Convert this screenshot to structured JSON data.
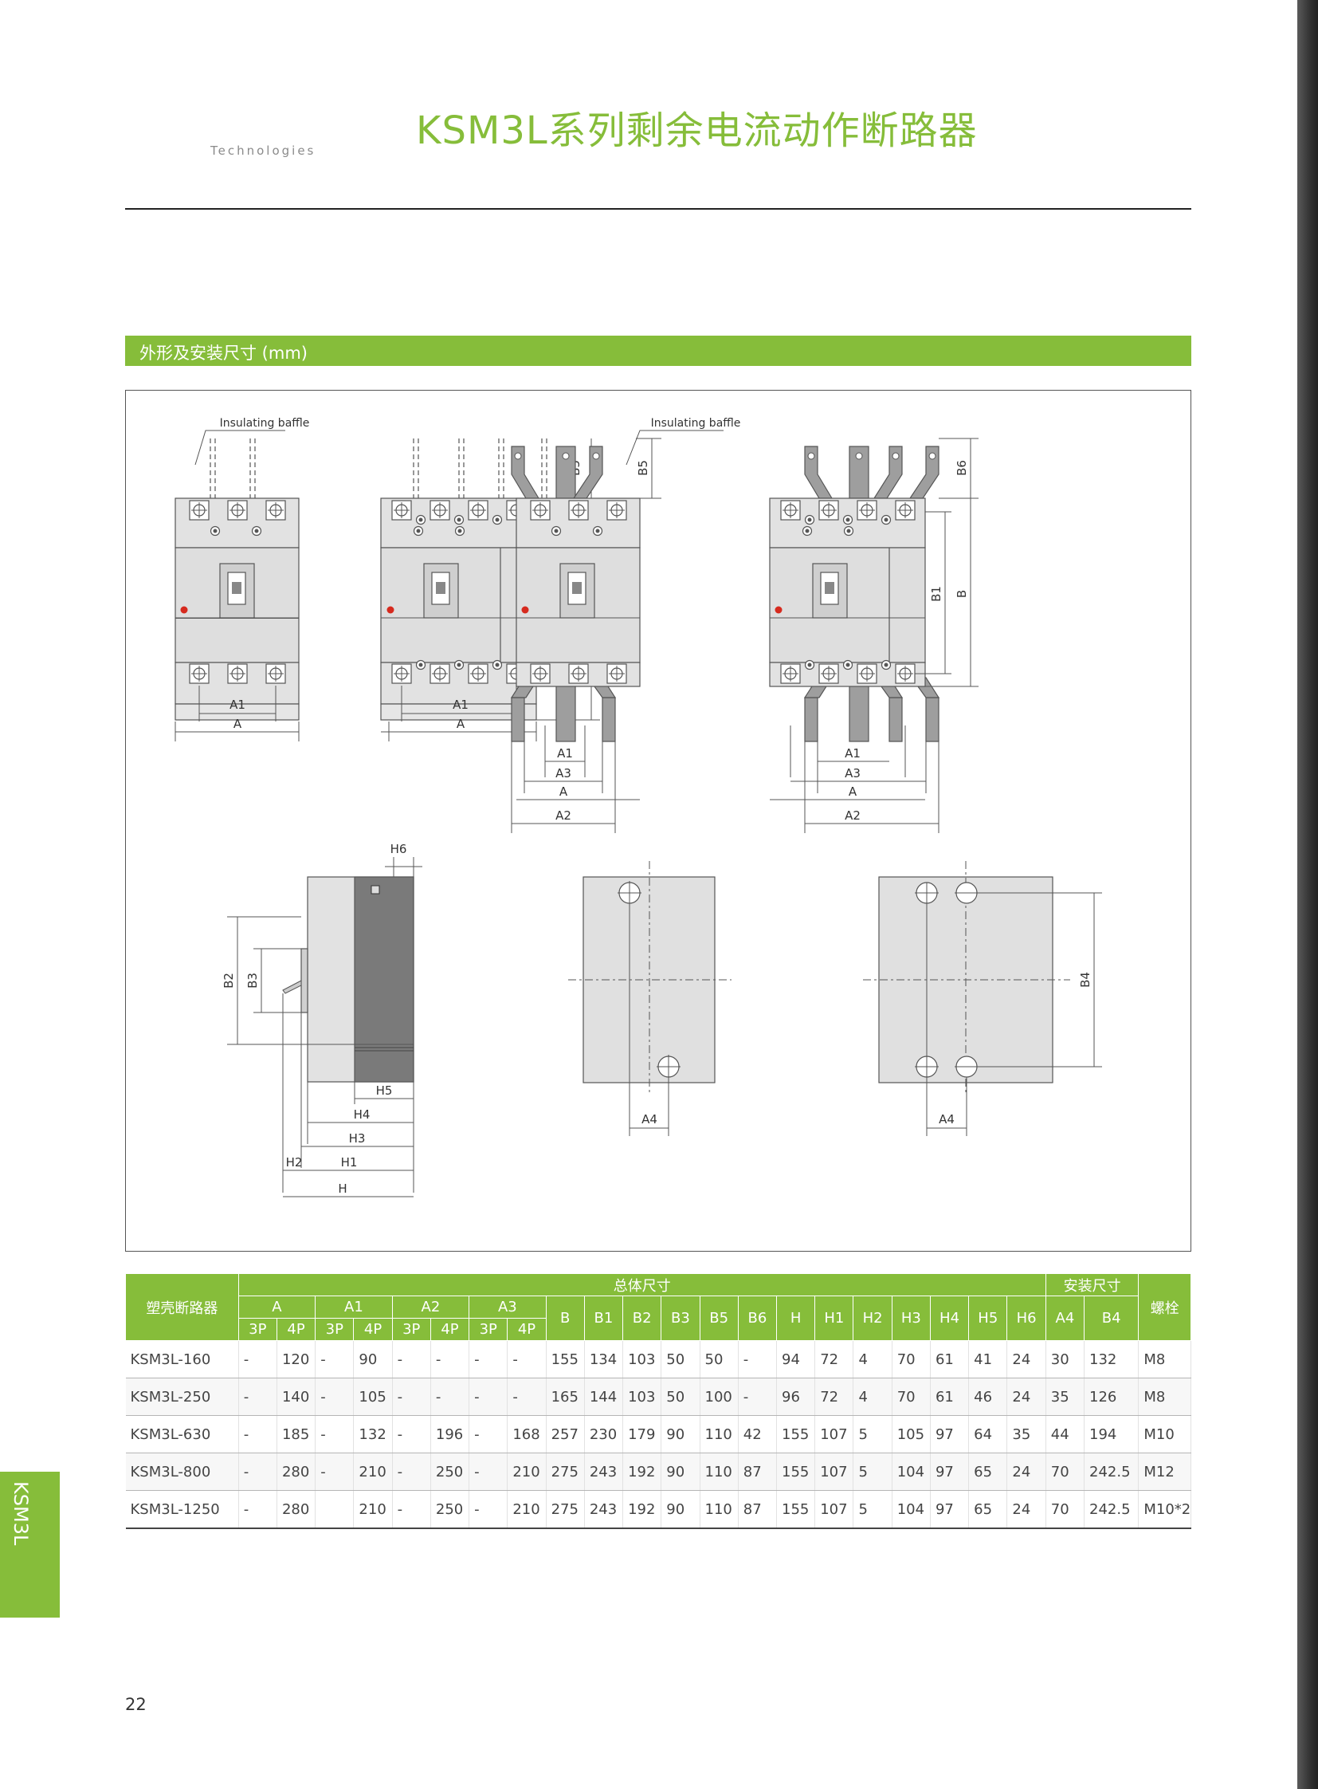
{
  "header": {
    "brand": "Technologies",
    "title": "KSM3L系列剩余电流动作断路器"
  },
  "section": {
    "title": "外形及安装尺寸 (mm)"
  },
  "drawing": {
    "labels": {
      "insulating_baffle": "Insulating baffle",
      "A": "A",
      "A1": "A1",
      "A2": "A2",
      "A3": "A3",
      "A4": "A4",
      "B": "B",
      "B1": "B1",
      "B2": "B2",
      "B3": "B3",
      "B4": "B4",
      "B5": "B5",
      "B6": "B6",
      "H": "H",
      "H1": "H1",
      "H2": "H2",
      "H3": "H3",
      "H4": "H4",
      "H5": "H5",
      "H6": "H6"
    },
    "colors": {
      "body": "#e0e0e0",
      "body_dark": "#7a7a7a",
      "busbar": "#9e9e9e",
      "indicator": "#d62a1e",
      "line": "#555555"
    }
  },
  "table": {
    "header": {
      "model": "塑壳断路器",
      "overall": "总体尺寸",
      "mounting": "安装尺寸",
      "bolt": "螺栓",
      "groups": [
        "A",
        "A1",
        "A2",
        "A3"
      ],
      "singles": [
        "B",
        "B1",
        "B2",
        "B3",
        "B5",
        "B6",
        "H",
        "H1",
        "H2",
        "H3",
        "H4",
        "H5",
        "H6"
      ],
      "mount_cols": [
        "A4",
        "B4"
      ],
      "subs": [
        "3P",
        "4P",
        "3P",
        "4P",
        "3P",
        "4P",
        "3P",
        "4P"
      ]
    },
    "rows": [
      [
        "KSM3L-160",
        "-",
        "120",
        "-",
        "90",
        "-",
        "-",
        "-",
        "-",
        "155",
        "134",
        "103",
        "50",
        "50",
        "-",
        "94",
        "72",
        "4",
        "70",
        "61",
        "41",
        "24",
        "30",
        "132",
        "M8"
      ],
      [
        "KSM3L-250",
        "-",
        "140",
        "-",
        "105",
        "-",
        "-",
        "-",
        "-",
        "165",
        "144",
        "103",
        "50",
        "100",
        "-",
        "96",
        "72",
        "4",
        "70",
        "61",
        "46",
        "24",
        "35",
        "126",
        "M8"
      ],
      [
        "KSM3L-630",
        "-",
        "185",
        "-",
        "132",
        "-",
        "196",
        "-",
        "168",
        "257",
        "230",
        "179",
        "90",
        "110",
        "42",
        "155",
        "107",
        "5",
        "105",
        "97",
        "64",
        "35",
        "44",
        "194",
        "M10"
      ],
      [
        "KSM3L-800",
        "-",
        "280",
        "-",
        "210",
        "-",
        "250",
        "-",
        "210",
        "275",
        "243",
        "192",
        "90",
        "110",
        "87",
        "155",
        "107",
        "5",
        "104",
        "97",
        "65",
        "24",
        "70",
        "242.5",
        "M12"
      ],
      [
        "KSM3L-1250",
        "-",
        "280",
        "",
        "210",
        "-",
        "250",
        "-",
        "210",
        "275",
        "243",
        "192",
        "90",
        "110",
        "87",
        "155",
        "107",
        "5",
        "104",
        "97",
        "65",
        "24",
        "70",
        "242.5",
        "M10*2"
      ]
    ]
  },
  "side_tab": "KSM3L",
  "page_number": "22"
}
